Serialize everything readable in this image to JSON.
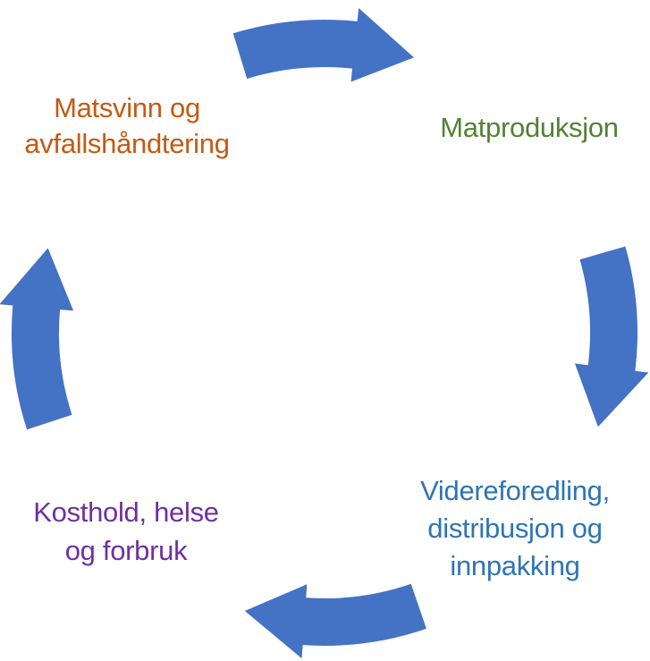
{
  "diagram": {
    "type": "cycle",
    "direction": "clockwise",
    "background_color": "#FFFFFF",
    "arrow_color": "#4472C4",
    "nodes": [
      {
        "id": "matsvinn-og-avfallshandtering",
        "label": "Matsvinn og\navfallshåndtering",
        "color": "#C55A11",
        "position": "top-left"
      },
      {
        "id": "matproduksjon",
        "label": "Matproduksjon",
        "color": "#538135",
        "position": "top-right"
      },
      {
        "id": "videreforedling-distribusjon-innpakking",
        "label": "Videreforedling,\ndistribusjon og\ninnpakking",
        "color": "#2E75B6",
        "position": "bottom-right"
      },
      {
        "id": "kosthold-helse-forbruk",
        "label": "Kosthold, helse\nog forbruk",
        "color": "#7030A0",
        "position": "bottom-left"
      }
    ],
    "arrows": [
      {
        "name": "top",
        "from": "Matsvinn og avfallshåndtering",
        "to": "Matproduksjon"
      },
      {
        "name": "right",
        "from": "Matproduksjon",
        "to": "Videreforedling, distribusjon og innpakking"
      },
      {
        "name": "bottom",
        "from": "Videreforedling, distribusjon og innpakking",
        "to": "Kosthold, helse og forbruk"
      },
      {
        "name": "left",
        "from": "Kosthold, helse og forbruk",
        "to": "Matsvinn og avfallshåndtering"
      }
    ]
  }
}
